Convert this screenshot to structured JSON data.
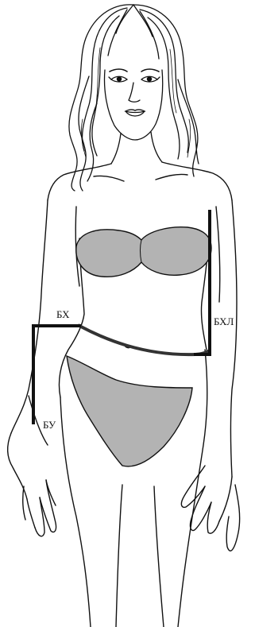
{
  "labels": {
    "hip": "БХ",
    "waist_hip": "БХЛ",
    "thigh": "БУ"
  },
  "colors": {
    "outline": "#111111",
    "swimsuit_fill": "#b3b3b3",
    "measure_line": "#111111",
    "waist_band": "#333333",
    "hair_fill": "#222222",
    "background": "#ffffff"
  }
}
